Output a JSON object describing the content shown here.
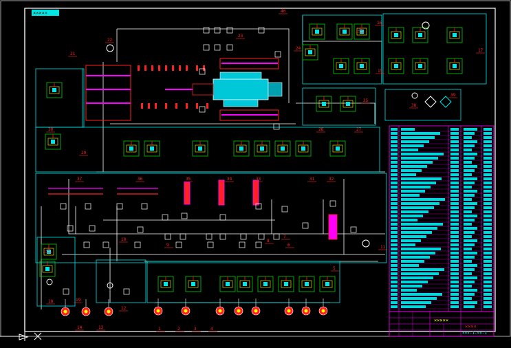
{
  "colors": {
    "background": "#000000",
    "frame": "#ffffff",
    "line": "#ffffff",
    "cyan": "#00e5e5",
    "green": "#00d000",
    "red": "#ff2020",
    "yellow": "#ffff00",
    "magenta": "#ff00ff",
    "table_fill": "#00d8d8"
  },
  "labels": {
    "corner_tag": "×××××",
    "title_block_main": "×××××",
    "title_block_code": "×××-1-××-1",
    "title_block_red": "××××"
  },
  "callouts": [
    "1",
    "2",
    "3",
    "4",
    "5",
    "6",
    "7",
    "8",
    "9",
    "10",
    "11",
    "12",
    "13",
    "14",
    "15",
    "16",
    "17",
    "18",
    "19",
    "20",
    "21",
    "22",
    "23",
    "24",
    "25",
    "26",
    "27",
    "28",
    "29",
    "30",
    "31",
    "32",
    "33",
    "34",
    "35",
    "36",
    "37",
    "38",
    "39",
    "40"
  ],
  "icons": [
    "pump-motor-icon",
    "hydraulic-cylinder-icon",
    "directional-valve-icon",
    "pressure-gauge-icon",
    "filter-icon",
    "check-valve-icon"
  ]
}
